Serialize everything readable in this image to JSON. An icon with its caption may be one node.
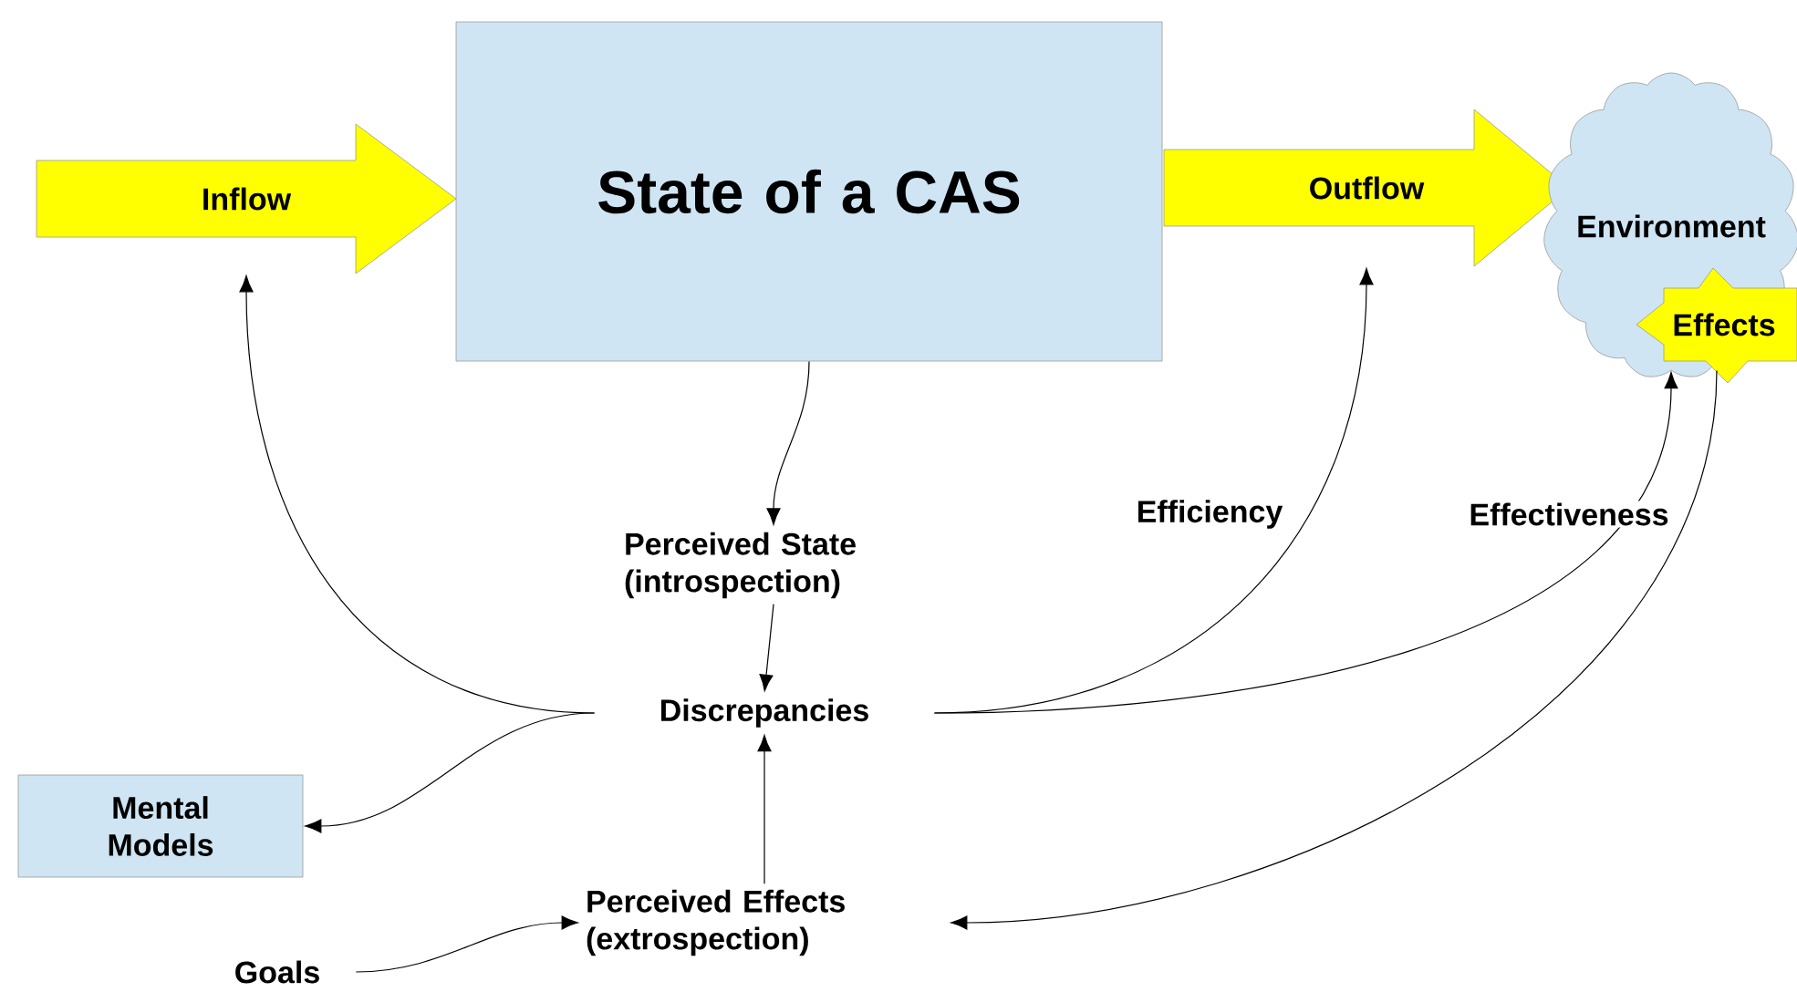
{
  "diagram": {
    "nodes": [
      {
        "text": [
          "Inflow"
        ]
      },
      {
        "text": [
          "State of a CAS"
        ]
      },
      {
        "text": [
          "Outflow"
        ]
      },
      {
        "text": [
          "Environment"
        ]
      },
      {
        "text": [
          "Effects"
        ],
        "in": 3
      },
      {
        "text": [
          "Perceived State (introspection)"
        ]
      },
      {
        "text": [
          "Discrepancies"
        ]
      },
      {
        "text": [
          "Mental Models"
        ]
      },
      {
        "text": [
          "Perceived Effects (extrospection)"
        ]
      },
      {
        "text": [
          "Goals"
        ]
      }
    ],
    "edges": [
      {
        "from": 1,
        "to": 5,
        "arrow": "to"
      },
      {
        "from": 5,
        "to": 6,
        "arrow": "to"
      },
      {
        "from": 6,
        "to": 0,
        "arrow": "to"
      },
      {
        "from": 6,
        "to": 7,
        "arrow": "to"
      },
      {
        "from": 6,
        "to": 2,
        "arrow": "to",
        "label": "Efficiency"
      },
      {
        "from": 6,
        "to": 3,
        "arrow": "to",
        "label": "Effectiveness"
      },
      {
        "from": 8,
        "to": 6,
        "arrow": "to"
      },
      {
        "from": 9,
        "to": 8,
        "arrow": "to"
      },
      {
        "from": 4,
        "to": 8,
        "arrow": "to"
      }
    ]
  }
}
